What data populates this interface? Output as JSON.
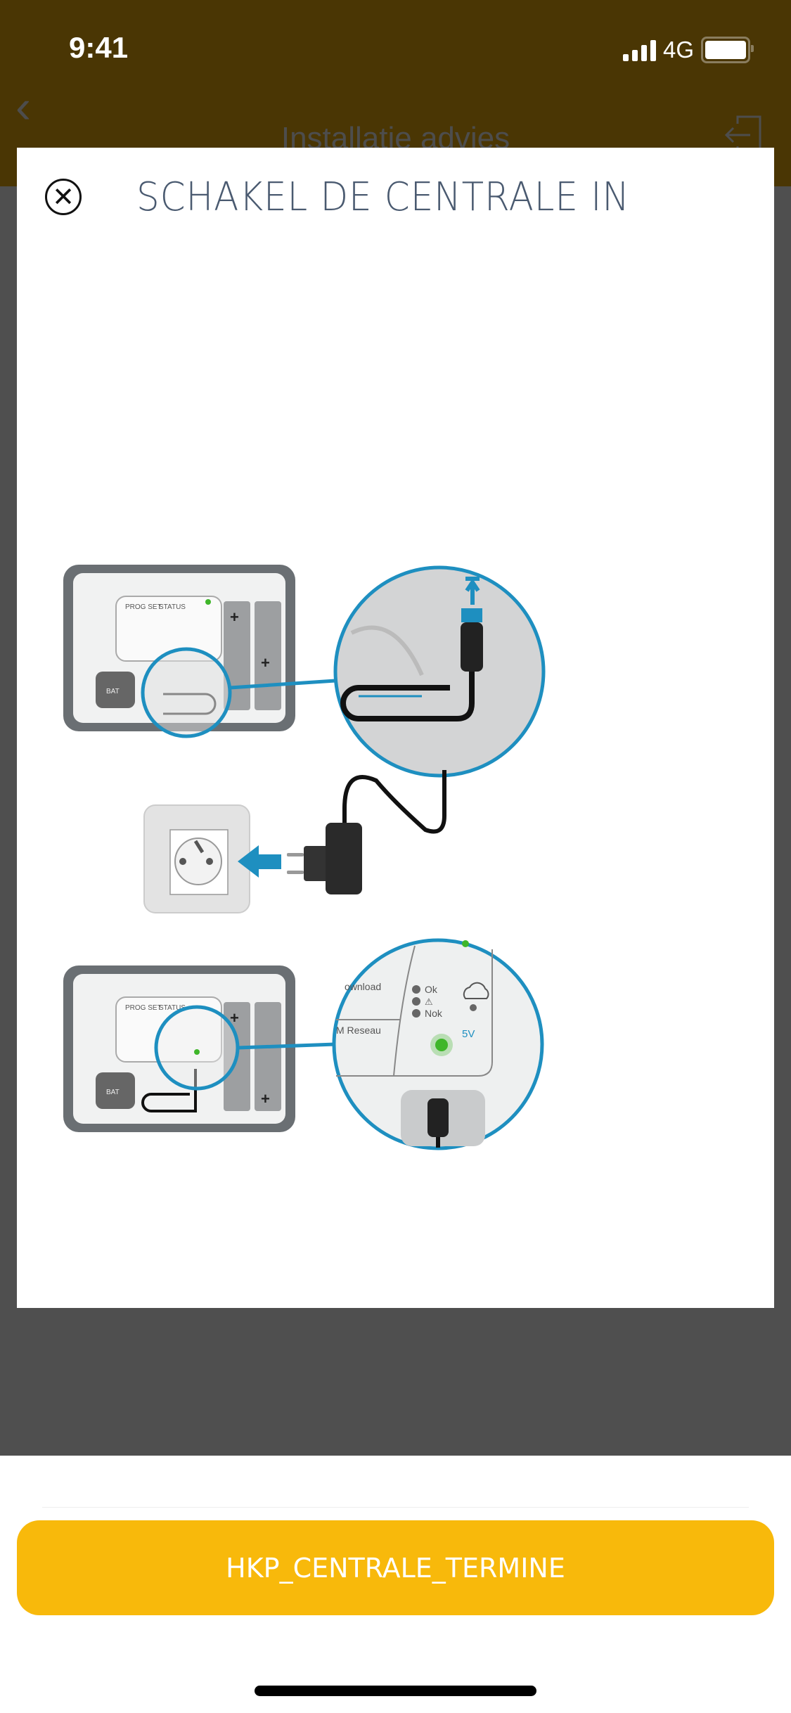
{
  "status_bar": {
    "time": "9:41",
    "network": "4G"
  },
  "nav": {
    "title": "Installatie advies",
    "back_icon": "chevron-left-icon",
    "exit_icon": "exit-icon"
  },
  "modal": {
    "title": "SCHAKEL DE CENTRALE IN",
    "close_icon": "close-circle-icon",
    "illustration": {
      "device_labels": {
        "prog_set": "PROG SET",
        "status": "STATUS",
        "bat": "BAT"
      },
      "zoom_labels": {
        "download": "ownload",
        "reseau": "M Reseau",
        "ok": "Ok",
        "nok": "Nok",
        "warning": "⚠",
        "five_v": "5V"
      }
    }
  },
  "footer": {
    "confirm_label": "HKP_CENTRALE_TERMINE"
  },
  "colors": {
    "nav_bg": "#4a3604",
    "accent": "#f8b90b",
    "illustration_blue": "#1e8fc0",
    "led_green": "#3fb62a"
  }
}
